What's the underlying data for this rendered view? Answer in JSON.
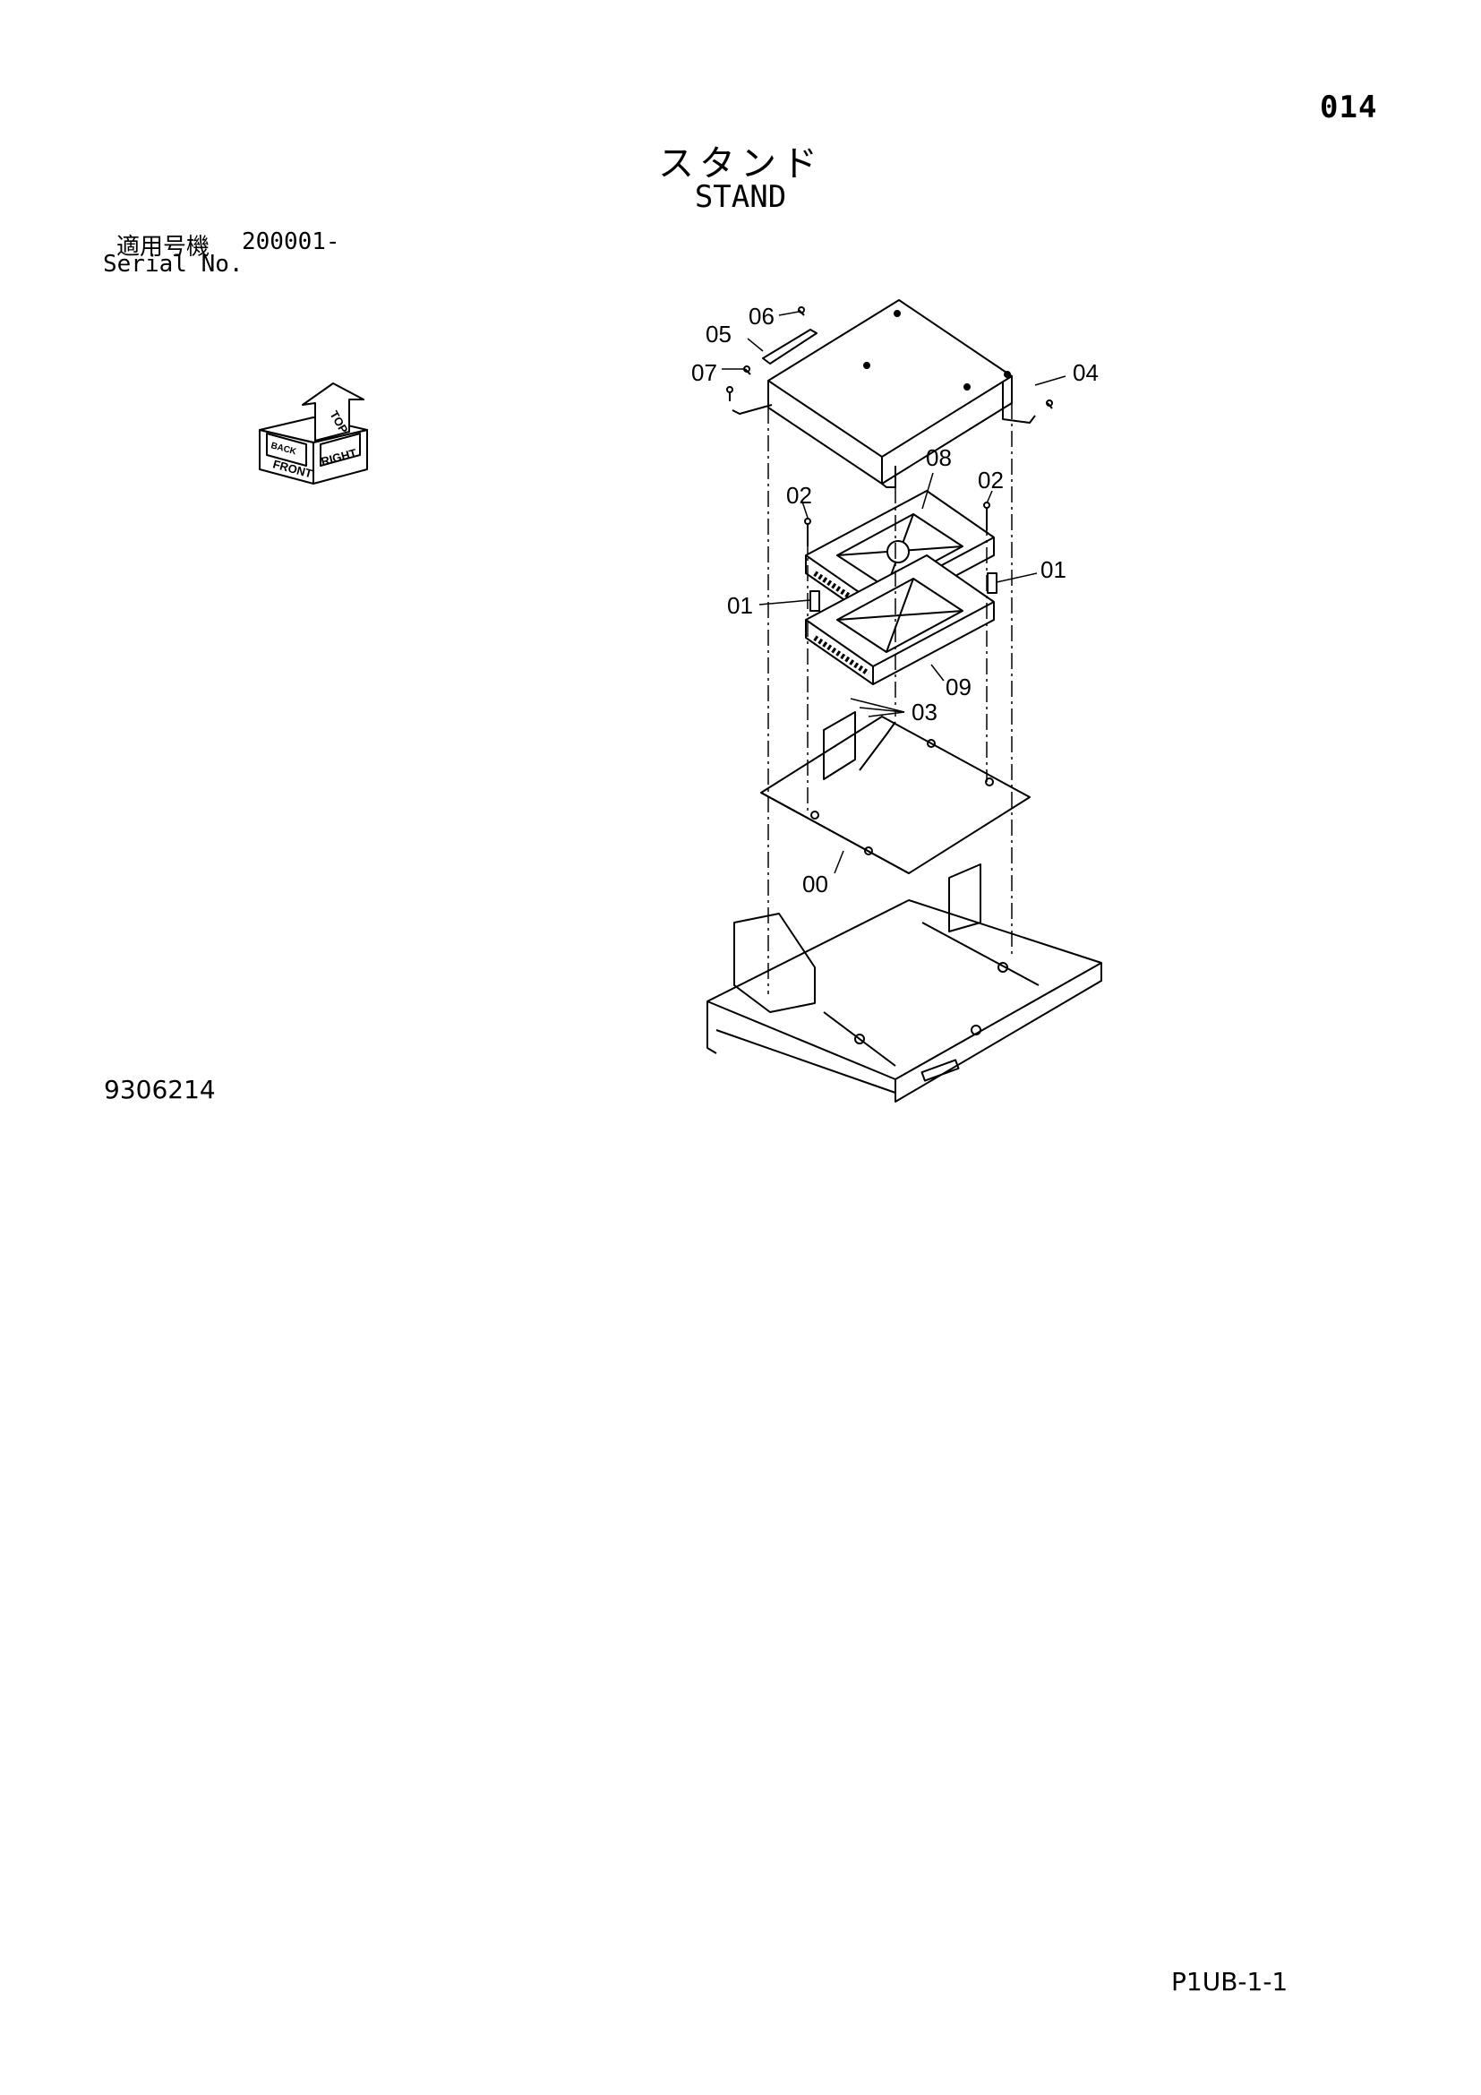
{
  "page_number": "014",
  "title_jp": "スタンド",
  "title_en": "STAND",
  "serial": {
    "label_jp": "適用号機",
    "value": "200001-",
    "label_en": "Serial No."
  },
  "orientation": {
    "front": "FRONT",
    "right": "RIGHT",
    "top": "TOP",
    "back": "BACK"
  },
  "callouts": {
    "c00": "00",
    "c01a": "01",
    "c01b": "01",
    "c02a": "02",
    "c02b": "02",
    "c03": "03",
    "c04": "04",
    "c05": "05",
    "c06": "06",
    "c07": "07",
    "c08": "08",
    "c09": "09"
  },
  "drawing_number": "9306214",
  "footer_code": "P1UB-1-1"
}
